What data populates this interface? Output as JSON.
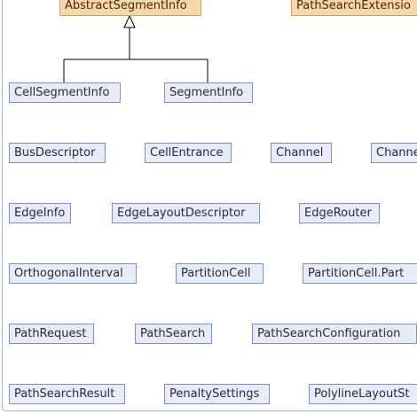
{
  "nodes": {
    "abstract_segment_info": "AbstractSegmentInfo",
    "path_search_extension": "PathSearchExtensio",
    "cell_segment_info": "CellSegmentInfo",
    "segment_info": "SegmentInfo",
    "bus_descriptor": "BusDescriptor",
    "cell_entrance": "CellEntrance",
    "channel": "Channel",
    "channel_cut": "Channe",
    "edge_info": "EdgeInfo",
    "edge_layout_descriptor": "EdgeLayoutDescriptor",
    "edge_router": "EdgeRouter",
    "orthogonal_interval": "OrthogonalInterval",
    "partition_cell": "PartitionCell",
    "partition_cell_part": "PartitionCell.Part",
    "path_request": "PathRequest",
    "path_search": "PathSearch",
    "path_search_configuration": "PathSearchConfiguration",
    "path_search_result": "PathSearchResult",
    "penalty_settings": "PenaltySettings",
    "polyline_layout_st": "PolylineLayoutSt"
  },
  "colors": {
    "parent_fill": "#fbd7a6",
    "node_fill": "#e8ecf8",
    "node_border": "#7f8fbf",
    "edge": "#000000"
  }
}
